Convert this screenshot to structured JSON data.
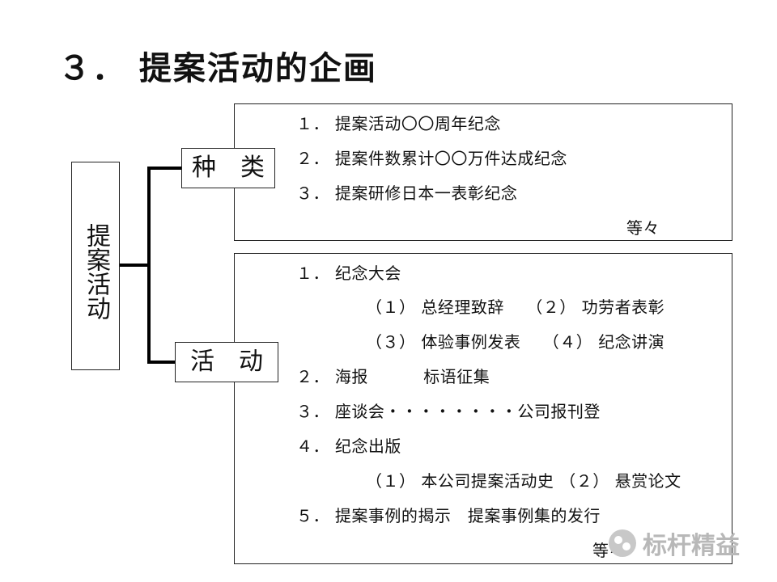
{
  "title": "３． 提案活动的企画",
  "root": {
    "label": "提案活动"
  },
  "types": {
    "label": "种　类",
    "items": [
      "１． 提案活动〇〇周年纪念",
      "２． 提案件数累计〇〇万件达成纪念",
      "３． 提案研修日本一表彰纪念"
    ],
    "footer": "等々"
  },
  "activities": {
    "label": "活　动",
    "items": [
      "１． 纪念大会",
      "（１） 总经理致辞　 （２） 功劳者表彰",
      "（３） 体验事例发表　 （４） 纪念讲演",
      "２． 海报　　　 标语征集",
      "３． 座谈会・・・・・・・・公司报刊登",
      "４． 纪念出版",
      "（１） 本公司提案活动史 （２） 悬赏论文",
      "５． 提案事例的揭示　提案事例集的发行"
    ],
    "footer": "等々"
  },
  "watermark": {
    "text": "标杆精益",
    "icon": "wechat-icon"
  }
}
